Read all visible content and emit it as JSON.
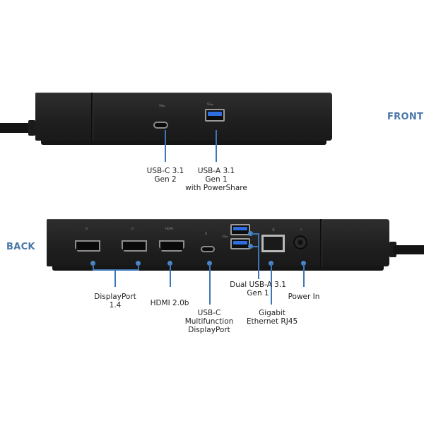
{
  "colors": {
    "accent": "#4a78a8",
    "leader_line": "#3d76b6",
    "usb3_blue": "#2f6ee0",
    "dock_body": "#222222"
  },
  "front": {
    "title": "FRONT",
    "ports": [
      {
        "icon": "usb-c-port-icon",
        "label": "USB-C 3.1\nGen 2",
        "engraving": "SS⇆"
      },
      {
        "icon": "usb-a-port-icon",
        "label": "USB-A 3.1\nGen 1\nwith PowerShare",
        "engraving": "SS⇆"
      }
    ]
  },
  "back": {
    "title": "BACK",
    "ports": [
      {
        "icon": "displayport-icon",
        "label": "DisplayPort\n1.4",
        "engraving": "D"
      },
      {
        "icon": "hdmi-port-icon",
        "label": "HDMI 2.0b",
        "engraving": "HDMI"
      },
      {
        "icon": "usb-c-port-icon",
        "label": "USB-C\nMultifunction\nDisplayPort",
        "engraving": "D"
      },
      {
        "icon": "usb-a-port-icon",
        "label": "Dual USB-A 3.1\nGen 1",
        "engraving": "SS⇆"
      },
      {
        "icon": "ethernet-port-icon",
        "label": "Gigabit\nEthernet RJ45",
        "engraving": "品"
      },
      {
        "icon": "power-port-icon",
        "label": "Power In",
        "engraving": "⏚"
      }
    ]
  }
}
